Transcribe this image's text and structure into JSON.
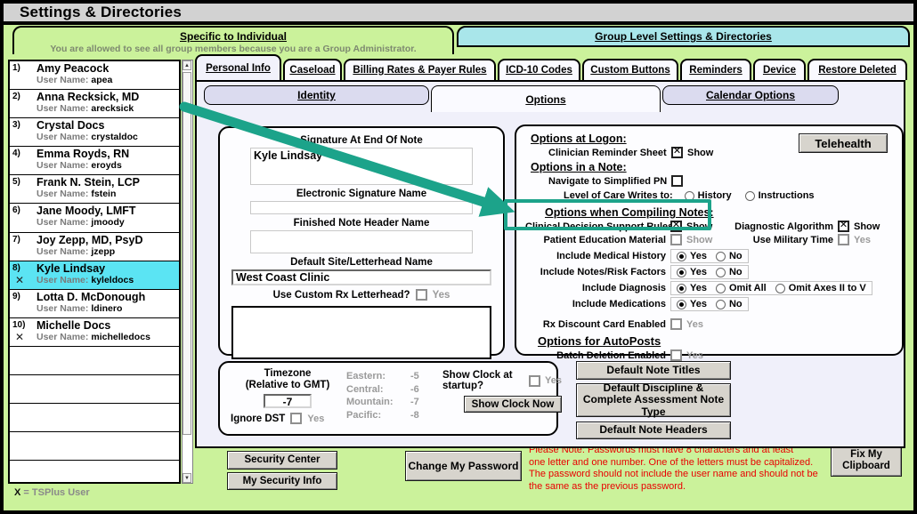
{
  "colors": {
    "green-bg": "#CBF29B",
    "cyan-tab": "#A9E6EA",
    "selected-row": "#5BE4F3",
    "accent": "#1CA38A",
    "panel-bg": "#F0F0FA",
    "titlebar": "#D2D2D2",
    "button-face": "#D7D4CD",
    "note-red": "#E90000",
    "disabled": "#9A9A9A"
  },
  "window": {
    "title": "Settings & Directories"
  },
  "top_tabs": {
    "individual": "Specific to Individual",
    "admin_note": "You are allowed to see all group members because you are a Group Administrator.",
    "group": "Group Level Settings & Directories"
  },
  "user_list": {
    "username_label": "User Name:",
    "tsplus_mark": "✕",
    "legend_x": "X",
    "legend_rest": "= TSPlus User",
    "empty_rows": 4,
    "users": [
      {
        "num": "1)",
        "name": "Amy Peacock",
        "username": "apea",
        "tsplus": false,
        "selected": false
      },
      {
        "num": "2)",
        "name": "Anna Recksick, MD",
        "username": "arecksick",
        "tsplus": false,
        "selected": false
      },
      {
        "num": "3)",
        "name": "Crystal Docs",
        "username": "crystaldoc",
        "tsplus": false,
        "selected": false
      },
      {
        "num": "4)",
        "name": "Emma Royds, RN",
        "username": "eroyds",
        "tsplus": false,
        "selected": false
      },
      {
        "num": "5)",
        "name": "Frank N. Stein, LCP",
        "username": "fstein",
        "tsplus": false,
        "selected": false
      },
      {
        "num": "6)",
        "name": "Jane Moody, LMFT",
        "username": "jmoody",
        "tsplus": false,
        "selected": false
      },
      {
        "num": "7)",
        "name": "Joy Zepp, MD, PsyD",
        "username": "jzepp",
        "tsplus": false,
        "selected": false
      },
      {
        "num": "8)",
        "name": "Kyle Lindsay",
        "username": "kyleldocs",
        "tsplus": true,
        "selected": true
      },
      {
        "num": "9)",
        "name": "Lotta D. McDonough",
        "username": "ldinero",
        "tsplus": false,
        "selected": false
      },
      {
        "num": "10)",
        "name": "Michelle Docs",
        "username": "michelledocs",
        "tsplus": true,
        "selected": false
      }
    ]
  },
  "main_tabs": [
    {
      "label": "Personal Info",
      "active": true
    },
    {
      "label": "Caseload",
      "active": false
    },
    {
      "label": "Billing Rates & Payer Rules",
      "active": false
    },
    {
      "label": "ICD-10 Codes",
      "active": false
    },
    {
      "label": "Custom Buttons",
      "active": false
    },
    {
      "label": "Reminders",
      "active": false
    },
    {
      "label": "Device",
      "active": false
    },
    {
      "label": "Restore Deleted",
      "active": false
    }
  ],
  "sub_tabs": [
    {
      "label": "Identity",
      "active": false
    },
    {
      "label": "Options",
      "active": true
    },
    {
      "label": "Calendar Options",
      "active": false
    }
  ],
  "identity_form": {
    "signature_label": "Signature At End Of Note",
    "signature_value": "Kyle Lindsay",
    "esig_label": "Electronic Signature Name",
    "esig_value": "",
    "finished_label": "Finished Note Header Name",
    "finished_value": "",
    "site_label": "Default Site/Letterhead Name",
    "site_value": "West Coast Clinic",
    "rx_label": "Use Custom Rx Letterhead?",
    "rx_suffix": "Yes"
  },
  "options_panel": {
    "logon_heading": "Options at Logon:",
    "clinician_reminder": {
      "label": "Clinician Reminder Sheet",
      "checked": true,
      "suffix": "Show"
    },
    "telehealth_button": "Telehealth",
    "note_heading": "Options in a Note:",
    "navigate_pn": {
      "label": "Navigate to Simplified PN",
      "checked": false
    },
    "level_of_care": {
      "label": "Level of Care Writes to:",
      "options": [
        "History",
        "Instructions"
      ]
    },
    "compiling_heading": "Options when Compiling Notes:",
    "cds": {
      "label": "Clinical Decision Support Rules",
      "checked": true,
      "suffix": "Show"
    },
    "diagnostic": {
      "label": "Diagnostic Algorithm",
      "checked": true,
      "suffix": "Show"
    },
    "patient_education": {
      "label": "Patient Education Material",
      "checked": false,
      "suffix": "Show"
    },
    "military_time": {
      "label": "Use Military Time",
      "checked": false,
      "suffix": "Yes"
    },
    "radio_rows": [
      {
        "label": "Include Medical History",
        "options": [
          "Yes",
          "No"
        ],
        "selected": 0
      },
      {
        "label": "Include Notes/Risk Factors",
        "options": [
          "Yes",
          "No"
        ],
        "selected": 0
      },
      {
        "label": "Include Diagnosis",
        "options": [
          "Yes",
          "Omit All",
          "Omit Axes II to V"
        ],
        "selected": 0
      },
      {
        "label": "Include Medications",
        "options": [
          "Yes",
          "No"
        ],
        "selected": 0
      }
    ],
    "rx_discount": {
      "label": "Rx Discount Card Enabled",
      "checked": false,
      "suffix": "Yes"
    },
    "autoposts_heading": "Options for AutoPosts",
    "batch_deletion": {
      "label": "Batch Deletion Enabled",
      "checked": false,
      "suffix": "Yes"
    }
  },
  "timezone_box": {
    "label_line1": "Timezone",
    "label_line2": "(Relative to GMT)",
    "value": "-7",
    "ignore_dst": {
      "label": "Ignore DST",
      "checked": false,
      "suffix": "Yes"
    },
    "zones": [
      [
        "Eastern:",
        "-5"
      ],
      [
        "Central:",
        "-6"
      ],
      [
        "Mountain:",
        "-7"
      ],
      [
        "Pacific:",
        "-8"
      ]
    ],
    "show_clock": {
      "label": "Show Clock at startup?",
      "checked": false,
      "suffix": "Yes"
    },
    "show_clock_button": "Show Clock Now"
  },
  "note_buttons": [
    "Default Note Titles",
    "Default Discipline & Complete Assessment Note Type",
    "Default Note Headers"
  ],
  "bottom": {
    "security_center": "Security Center",
    "my_security_info": "My Security Info",
    "change_password": "Change My Password",
    "password_note_lines": [
      "Please Note: Passwords must have 8 characters and at least",
      "one letter and one number. One of the letters must be capitalized.",
      "The password should not include the user name and should not be",
      "the same as the previous password."
    ],
    "fix_clipboard": "Fix My Clipboard"
  },
  "icons": {
    "scroll_up": "▲",
    "scroll_down": "▼"
  }
}
